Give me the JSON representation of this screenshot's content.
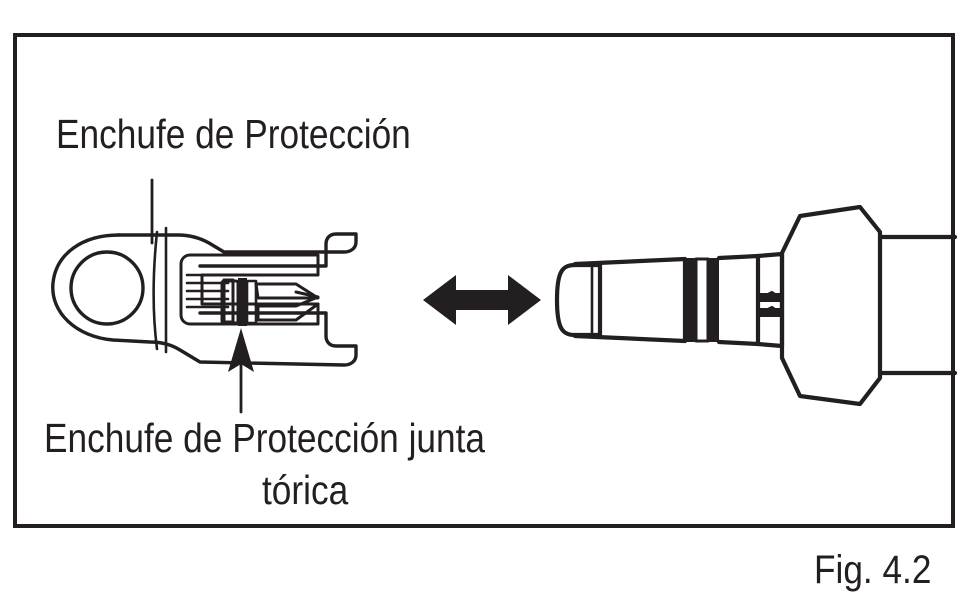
{
  "figure": {
    "caption": "Fig. 4.2",
    "frame_color": "#231f20",
    "background_color": "#ffffff",
    "line_color": "#231f20"
  },
  "labels": {
    "top": "Enchufe de Protección",
    "bottom_line1": "Enchufe de Protección junta",
    "bottom_line2": "tórica"
  },
  "annotations": {
    "top_leader": "leader-line-vertical",
    "bottom_leader": "leader-arrow-up",
    "center_arrow": "double-headed-arrow-horizontal"
  },
  "parts": {
    "left": "protective-plug-with-eyelet",
    "right": "hose-coupling-connector"
  }
}
